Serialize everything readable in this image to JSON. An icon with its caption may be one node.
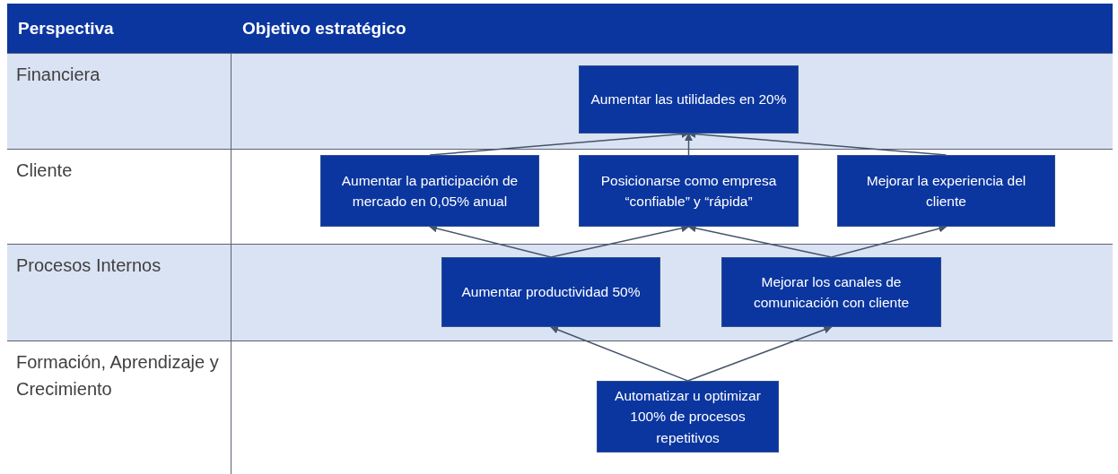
{
  "diagram": {
    "nodes": [
      {
        "text": [
          "Aumentar las utilidades en 20%"
        ]
      },
      {
        "text": [
          "Aumentar la participación de mercado en 0,05% anual"
        ]
      },
      {
        "text": [
          "Posicionarse como empresa “confiable” y “rápida”"
        ]
      },
      {
        "text": [
          "Mejorar la experiencia del cliente"
        ]
      },
      {
        "text": [
          "Aumentar productividad 50%"
        ]
      },
      {
        "text": [
          "Mejorar los canales de comunicación con cliente"
        ]
      },
      {
        "text": [
          "Automatizar u optimizar 100% de procesos repetitivos"
        ]
      }
    ],
    "edges": [
      {
        "from": 1,
        "to": 0,
        "arrow": "to"
      },
      {
        "from": 2,
        "to": 0,
        "arrow": "to"
      },
      {
        "from": 3,
        "to": 0,
        "arrow": "to"
      },
      {
        "from": 4,
        "to": 1,
        "arrow": "to"
      },
      {
        "from": 4,
        "to": 2,
        "arrow": "to"
      },
      {
        "from": 5,
        "to": 2,
        "arrow": "to"
      },
      {
        "from": 5,
        "to": 3,
        "arrow": "to"
      },
      {
        "from": 6,
        "to": 4,
        "arrow": "to"
      },
      {
        "from": 6,
        "to": 5,
        "arrow": "to"
      }
    ],
    "labels": [
      "Perspectiva",
      "Objetivo estratégico",
      "Financiera",
      "Cliente",
      "Procesos Internos",
      "Formación, Aprendizaje y Crecimiento"
    ]
  }
}
